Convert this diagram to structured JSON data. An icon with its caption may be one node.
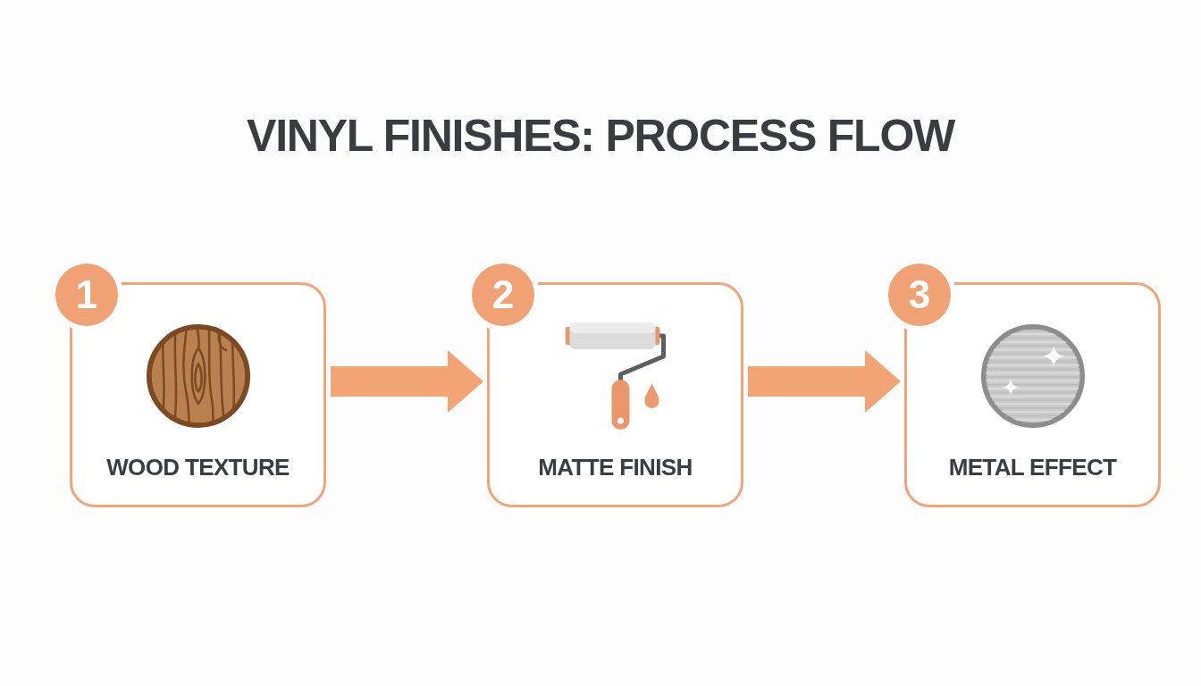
{
  "diagram": {
    "title": "VINYL FINISHES: PROCESS FLOW",
    "nodes": [
      {
        "text": [
          "1"
        ]
      },
      {
        "text": [
          "WOOD TEXTURE"
        ]
      },
      {
        "text": [
          "2"
        ]
      },
      {
        "text": [
          "MATTE FINISH"
        ]
      },
      {
        "text": [
          "3"
        ]
      },
      {
        "text": [
          "METAL EFFECT"
        ]
      }
    ],
    "edges": [
      {
        "from": 1,
        "to": 3,
        "arrow": "to"
      },
      {
        "from": 3,
        "to": 5,
        "arrow": "to"
      }
    ]
  }
}
